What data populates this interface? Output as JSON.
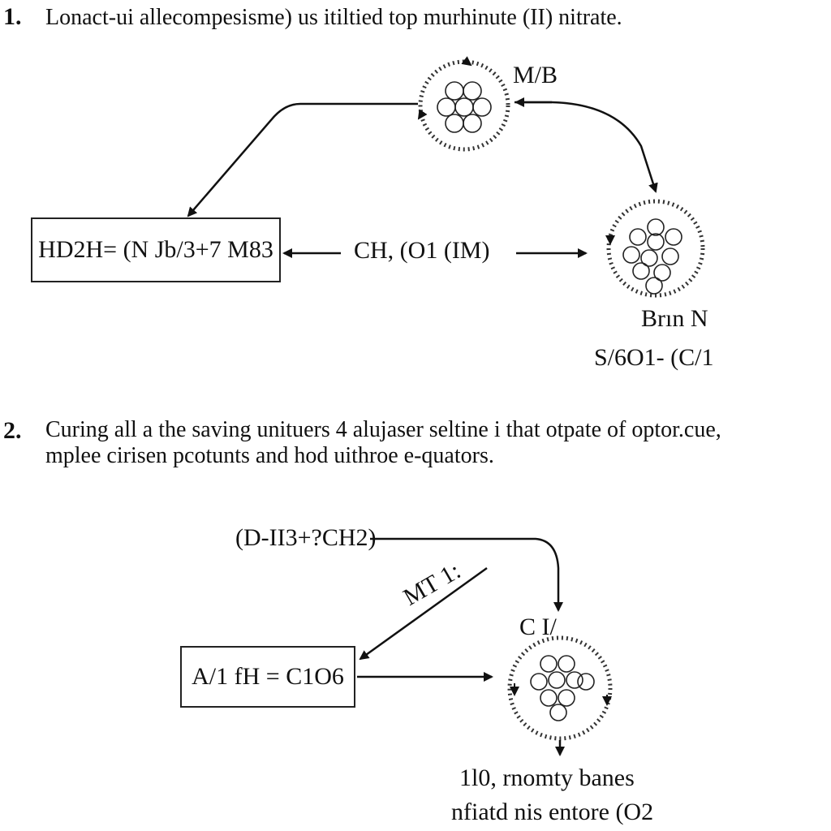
{
  "question1": {
    "number": "1.",
    "text": "Lonact-ui allecompesisme) us itiltied top murhinute (II) nitrate.",
    "top_molecule_label": "M/B",
    "formula_box": "HD2H= (N Jb/3+7 M83",
    "center_label": "CH, (O1 (IM)",
    "right_label_1": "Brın N",
    "right_label_2": "S/6O1- (C/1"
  },
  "question2": {
    "number": "2.",
    "text_line1": "Curing all a the saving unituers 4 alujaser seltine i that otpate of optor.cue,",
    "text_line2": "mplee cirisen pcotunts and hod uithroe e-quators.",
    "top_formula": "(D-II3+?CH2)",
    "diagonal_label": "MT 1:",
    "molecule_label": "C I/",
    "formula_box": "A/1 fH = C1O6",
    "bottom_label_1": "1l0, rnomty banes",
    "bottom_label_2": "nfiatd nis entore (O2"
  },
  "colors": {
    "ink": "#111111",
    "background": "#ffffff"
  }
}
